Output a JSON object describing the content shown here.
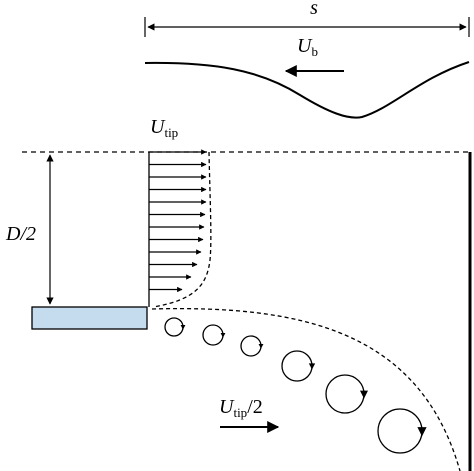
{
  "labels": {
    "spacing": "s",
    "blade_velocity_symbol": "U",
    "blade_velocity_subscript": "b",
    "tip_velocity_symbol": "U",
    "tip_velocity_subscript": "tip",
    "half_diameter": "D/2",
    "wake_velocity_symbol": "U",
    "wake_velocity_subscript": "tip",
    "wake_velocity_suffix": "/2"
  },
  "colors": {
    "ink": "#000000",
    "blade": "#c5dbee"
  },
  "profile_arrow_count": 12,
  "vortex_count": 6
}
